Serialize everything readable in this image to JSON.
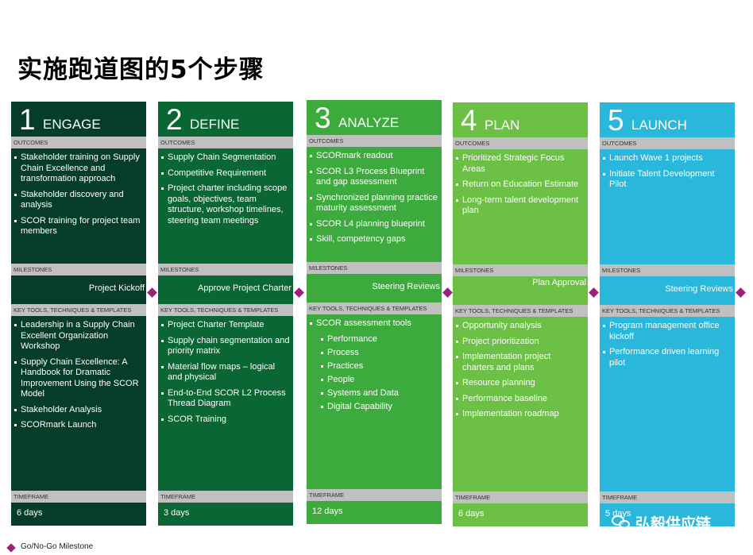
{
  "title": "实施跑道图的5个步骤",
  "labels": {
    "outcomes": "OUTCOMES",
    "milestones": "MILESTONES",
    "tools": "KEY TOOLS, TECHNIQUES & TEMPLATES",
    "timeframe": "TIMEFRAME"
  },
  "colors": {
    "engage": "#053d28",
    "define": "#0a6633",
    "analyze": "#3daa3d",
    "plan": "#6cc046",
    "launch": "#2ab7dc",
    "milestone_diamond": "#9b1f7d",
    "bar": "#c0c0c0"
  },
  "steps": [
    {
      "number": "1",
      "name": "ENGAGE",
      "outcomes": [
        "Stakeholder training on Supply Chain Excellence and transformation approach",
        "Stakeholder discovery and analysis",
        "SCOR training for project team members"
      ],
      "milestone": "Project Kickoff",
      "tools": [
        {
          "text": "Leadership in a Supply Chain Excellent Organization Workshop",
          "sub": false
        },
        {
          "text": "Supply Chain Excellence: A Handbook for Dramatic Improvement Using the SCOR Model",
          "sub": false
        },
        {
          "text": "Stakeholder Analysis",
          "sub": false
        },
        {
          "text": "SCORmark Launch",
          "sub": false
        }
      ],
      "timeframe": "6 days"
    },
    {
      "number": "2",
      "name": "DEFINE",
      "outcomes": [
        "Supply Chain Segmentation",
        "Competitive Requirement",
        "Project charter including scope goals, objectives, team structure, workshop timelines, steering team meetings"
      ],
      "milestone": "Approve Project Charter",
      "tools": [
        {
          "text": "Project Charter Template",
          "sub": false
        },
        {
          "text": "Supply chain segmentation and priority matrix",
          "sub": false
        },
        {
          "text": "Material flow maps – logical and physical",
          "sub": false
        },
        {
          "text": "End-to-End SCOR L2 Process Thread Diagram",
          "sub": false
        },
        {
          "text": "SCOR Training",
          "sub": false
        }
      ],
      "timeframe": "3 days"
    },
    {
      "number": "3",
      "name": "ANALYZE",
      "outcomes": [
        "SCORmark readout",
        "SCOR L3 Process Blueprint and gap assessment",
        "Synchronized planning practice maturity assessment",
        "SCOR L4 planning blueprint",
        "Skill, competency gaps"
      ],
      "milestone": "Steering Reviews",
      "tools": [
        {
          "text": "SCOR assessment tools",
          "sub": false
        },
        {
          "text": "Performance",
          "sub": true
        },
        {
          "text": "Process",
          "sub": true
        },
        {
          "text": "Practices",
          "sub": true
        },
        {
          "text": "People",
          "sub": true
        },
        {
          "text": "Systems and Data",
          "sub": true
        },
        {
          "text": "Digital Capability",
          "sub": true
        }
      ],
      "timeframe": "12 days"
    },
    {
      "number": "4",
      "name": "PLAN",
      "outcomes": [
        "Prioritized Strategic Focus Areas",
        "Return on Education Estimate",
        "Long-term talent development plan"
      ],
      "milestone": "Plan Approval",
      "tools": [
        {
          "text": "Opportunity analysis",
          "sub": false
        },
        {
          "text": "Project prioritization",
          "sub": false
        },
        {
          "text": "Implementation project charters and plans",
          "sub": false
        },
        {
          "text": "Resource planning",
          "sub": false
        },
        {
          "text": "Performance baseline",
          "sub": false
        },
        {
          "text": "Implementation roadmap",
          "sub": false
        }
      ],
      "timeframe": "6 days"
    },
    {
      "number": "5",
      "name": "LAUNCH",
      "outcomes": [
        "Launch Wave 1 projects",
        "Initiate Talent Development Pilot"
      ],
      "milestone": "Steering Reviews",
      "tools": [
        {
          "text": "Program management office kickoff",
          "sub": false
        },
        {
          "text": "Performance driven learning pilot",
          "sub": false
        }
      ],
      "timeframe": "5 days"
    }
  ],
  "legend": "Go/No-Go Milestone",
  "watermark": "弘毅供应链"
}
